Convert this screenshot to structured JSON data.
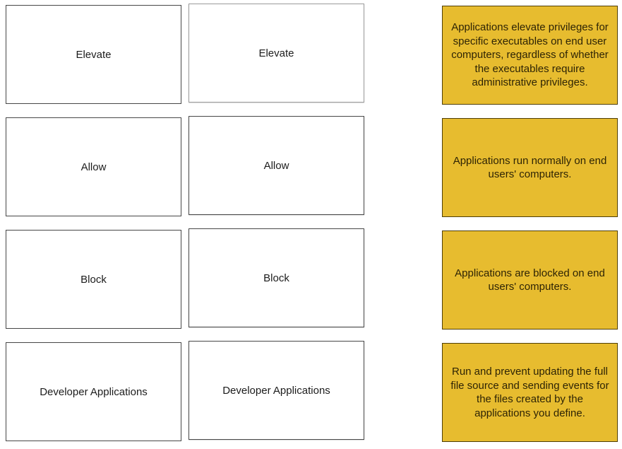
{
  "colors": {
    "page_bg": "#ffffff",
    "card_bg": "#ffffff",
    "card_border": "#474747",
    "card_border_light": "#9a9a9a",
    "card_text": "#1c1c1c",
    "desc_bg": "#e7bc2f",
    "desc_border": "#4f3e05",
    "desc_text": "#2e2405"
  },
  "drag_values": {
    "items": [
      {
        "label": "Elevate"
      },
      {
        "label": "Allow"
      },
      {
        "label": "Block"
      },
      {
        "label": "Developer Applications"
      }
    ]
  },
  "answer_values": {
    "items": [
      {
        "label": "Elevate"
      },
      {
        "label": "Allow"
      },
      {
        "label": "Block"
      },
      {
        "label": "Developer Applications"
      }
    ]
  },
  "descriptions": {
    "items": [
      {
        "text": "Applications elevate privileges for specific executables on end user computers, regardless of whether the executables require administrative privileges."
      },
      {
        "text": "Applications run normally on end users' computers."
      },
      {
        "text": "Applications are blocked on end users' computers."
      },
      {
        "text": "Run and prevent updating the full file source and sending events for the files created by the applications you define."
      }
    ]
  }
}
